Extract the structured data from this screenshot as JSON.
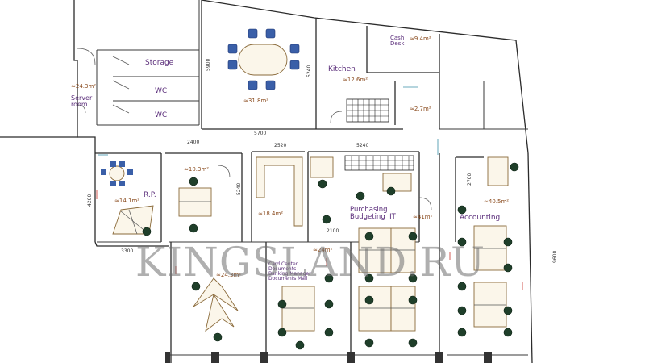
{
  "watermark": "KINGSLAND.RU",
  "rooms": {
    "storage": "Storage",
    "wc1": "WC",
    "wc2": "WC",
    "server": "Server\nroom",
    "kitchen": "Kitchen",
    "cash_desk": "Cash\nDesk",
    "rp": "R.P.",
    "purchasing": "Purchasing\nBudgeting  IT",
    "accounting": "Accounting",
    "callcenter": "Card Center\nDocuments\nBanking Manager\nDocuments Mail"
  },
  "areas": {
    "server": "≈24.3m²",
    "meeting": "≈31.8m²",
    "kitchen": "≈12.6m²",
    "cash": "≈9.4m²",
    "small": "≈2.7m²",
    "rp": "≈14.1m²",
    "office2": "≈10.3m²",
    "office3": "≈18.4m²",
    "purchasing": "≈41m²",
    "accounting": "≈40.5m²",
    "lower_left": "≈24.3m²",
    "lower_mid": "≈24m²"
  },
  "dimensions": {
    "d5900": "5900",
    "d5240a": "5240",
    "d5700": "5700",
    "d2400": "2400",
    "d2520": "2520",
    "d5240b": "5240",
    "d4200": "4200",
    "d5240c": "5240",
    "d2100": "2100",
    "d9600": "9600",
    "d2700": "2700",
    "d3300": "3300"
  },
  "colors": {
    "walls": "#2b2b2b",
    "chairs_blue": "#3a5fa8",
    "chairs_dark": "#1f3f2a",
    "room_label": "#5a2d7a",
    "area_label": "#8a4b1e",
    "door_red": "#c8322a",
    "window_teal": "#3a8fa6"
  }
}
